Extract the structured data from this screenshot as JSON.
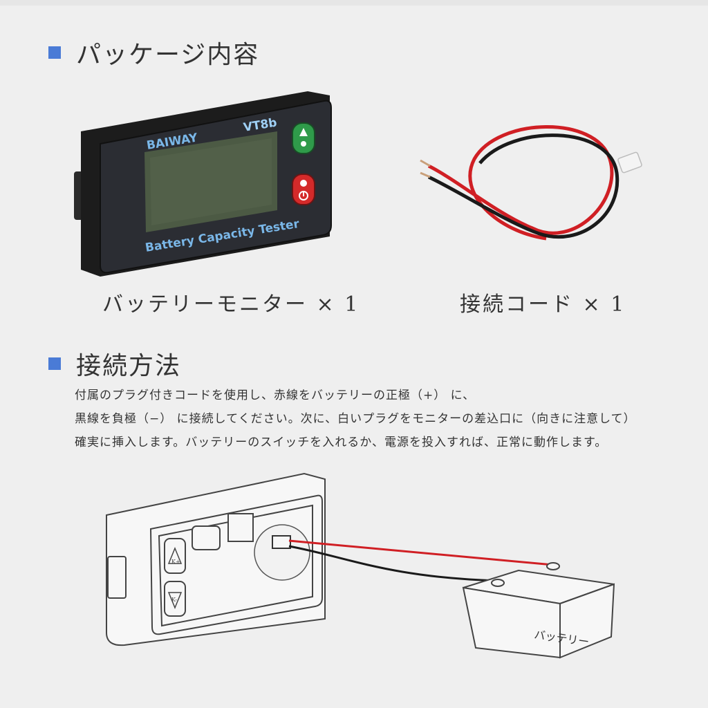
{
  "package": {
    "title": "パッケージ内容",
    "monitor": {
      "brand": "BAIWAY",
      "model": "VT8b",
      "screen_label": "Battery Capacity Tester",
      "caption": "バッテリーモニター × 1"
    },
    "cord": {
      "caption": "接続コード × 1"
    }
  },
  "connection": {
    "title": "接続方法",
    "lines": [
      "付属のプラグ付きコードを使用し、赤線をバッテリーの正極（+） に、",
      "黒線を負極（−） に接続してください。次に、白いプラグをモニターの差込口に（向きに注意して）",
      "確実に挿入します。バッテリーのスイッチを入れるか、電源を投入すれば、正常に動作します。"
    ],
    "diagram": {
      "battery_label": "バッテリー",
      "button_labels": [
        "K+",
        "K-"
      ]
    }
  },
  "colors": {
    "accent": "#4a7bd6",
    "red_wire": "#d01f24",
    "black_wire": "#1a1a1a",
    "green_button": "#2f9b4a",
    "red_button": "#d42a2a",
    "label_blue": "#7ab7e8"
  }
}
